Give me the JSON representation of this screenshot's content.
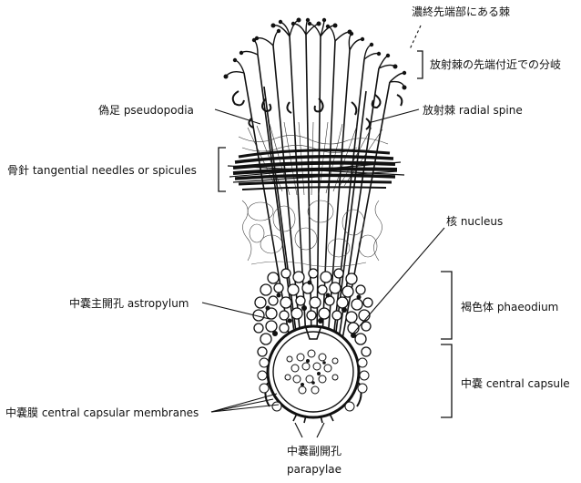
{
  "labels": {
    "spine_tip_cell": "濃終先端部にある棘",
    "branching_near_tip": "放射棘の先端付近での分岐",
    "pseudopodia": "偽足 pseudopodia",
    "radial_spine": "放射棘 radial spine",
    "tangential_needles": "骨針 tangential needles or spicules",
    "nucleus": "核 nucleus",
    "phaeodium": "褐色体 phaeodium",
    "astropylum": "中嚢主開孔 astropylum",
    "central_capsule": "中嚢 central capsule",
    "capsular_membranes": "中嚢膜 central capsular membranes",
    "parapylae_jp": "中嚢副開孔",
    "parapylae_en": "parapylae"
  },
  "colors": {
    "ink": "#111111",
    "background": "#ffffff"
  }
}
